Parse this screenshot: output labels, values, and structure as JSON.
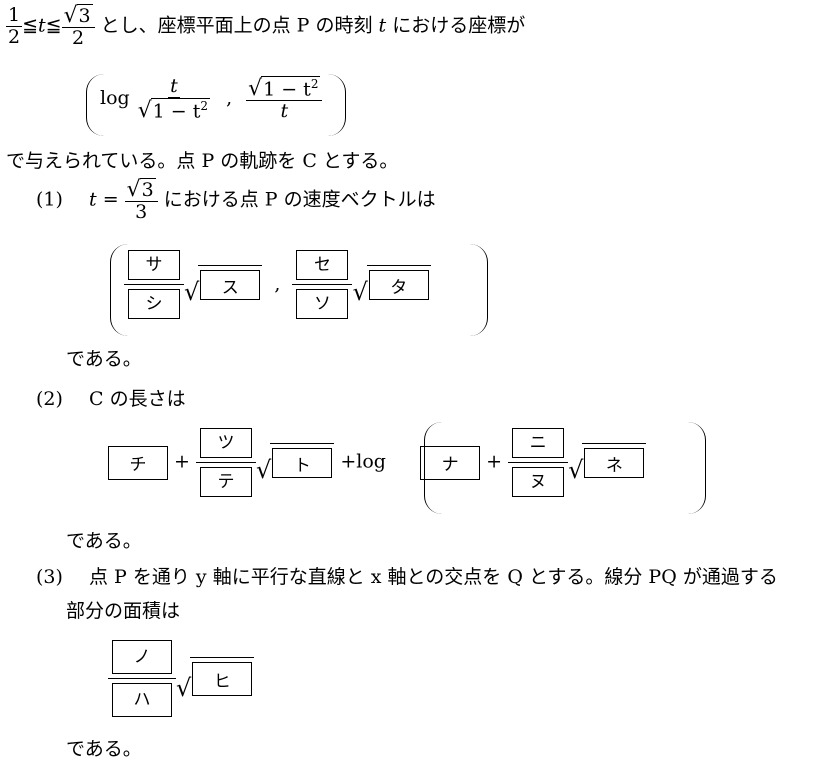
{
  "intro": {
    "frac1_num": "1",
    "frac1_den": "2",
    "leq1": "≦",
    "t": "t",
    "leq2": "≦",
    "frac2_num_rad": "3",
    "frac2_den": "2",
    "text": " とし、座標平面上の点 P の時刻 ",
    "t2": "t",
    "text2": " における座標が"
  },
  "coord": {
    "log": "log",
    "t_num": "t",
    "rad_body": "1 − t",
    "exp": "2",
    "comma": ",",
    "rad_body2": "1 − t",
    "exp2": "2",
    "t_den": "t"
  },
  "line2": "で与えられている。点 P の軌跡を C とする。",
  "q1": {
    "label": "(1)",
    "t": "t",
    "eq": " = ",
    "rad": "3",
    "den": "3",
    "text": " における点 P の速度ベクトルは",
    "boxes": [
      "サ",
      "シ",
      "ス",
      "セ",
      "ソ",
      "タ"
    ],
    "comma": ",",
    "end": "である。"
  },
  "q2": {
    "label": "(2)",
    "text": "C の長さは",
    "boxes": [
      "チ",
      "ツ",
      "テ",
      "ト",
      "ナ",
      "ニ",
      "ヌ",
      "ネ"
    ],
    "plus": "+",
    "log": "log",
    "end": "である。"
  },
  "q3": {
    "label": "(3)",
    "text1": "点 P を通り y 軸に平行な直線と x 軸との交点を Q とする。線分 PQ が通過する",
    "text2": "部分の面積は",
    "boxes": [
      "ノ",
      "ハ",
      "ヒ"
    ],
    "end": "である。"
  }
}
